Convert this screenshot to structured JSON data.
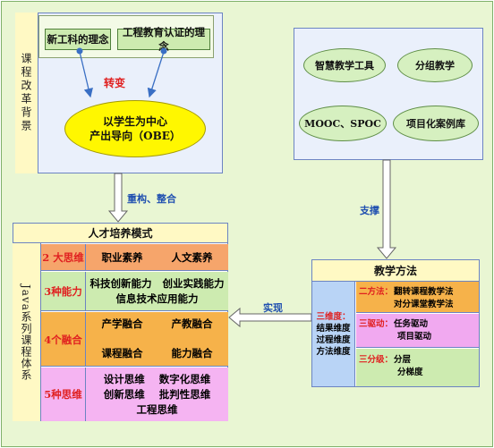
{
  "background": {
    "side_label": "课程改革背景",
    "box_new_engineering": "新工科的理念",
    "box_certification": "工程教育认证的理念",
    "transform_label": "转变",
    "oval_line1": "以学生为中心",
    "oval_line2": "产出导向（OBE）"
  },
  "support_tools": {
    "items": [
      "智慧教学工具",
      "分组教学",
      "MOOC、SPOC",
      "项目化案例库"
    ]
  },
  "arrows": {
    "restructure": "重构、整合",
    "support": "支撑",
    "implement": "实现"
  },
  "training_model": {
    "title": "人才培养模式",
    "side_label": "Java系列课程体系",
    "rows": [
      {
        "label": "2 大思维",
        "line1": "职业素养        人文素养",
        "line2": ""
      },
      {
        "label": "3种能力",
        "line1": "科技创新能力   创业实践能力",
        "line2": "信息技术应用能力"
      },
      {
        "label": "4个融合",
        "line1": "产学融合        产教融合",
        "line2": "课程融合        能力融合"
      },
      {
        "label": "5种思维",
        "line1": "设计思维    数字化思维",
        "line2": "创新思维    批判性思维",
        "line3": "工程思维"
      }
    ]
  },
  "teaching_method": {
    "title": "教学方法",
    "left_lines": [
      "三维度：",
      "结果维度",
      "过程维度",
      "方法维度"
    ],
    "rows": [
      {
        "tag": "二方法：",
        "line1": "翻转课程教学法",
        "line2": "对分课堂教学法"
      },
      {
        "tag": "三驱动：",
        "line1": "任务驱动",
        "line2": "项目驱动"
      },
      {
        "tag": "三分级：",
        "line1": "分层",
        "line2": "分梯度"
      }
    ]
  },
  "colors": {
    "canvas": "#e9f6d3",
    "orange_row": "#f6a56b",
    "green_row": "#cdebb0",
    "pink_row": "#f5b4f2",
    "amber_row": "#f6b24a",
    "purple_row": "#f1a9f0",
    "blue_cell": "#b9d4f6"
  }
}
